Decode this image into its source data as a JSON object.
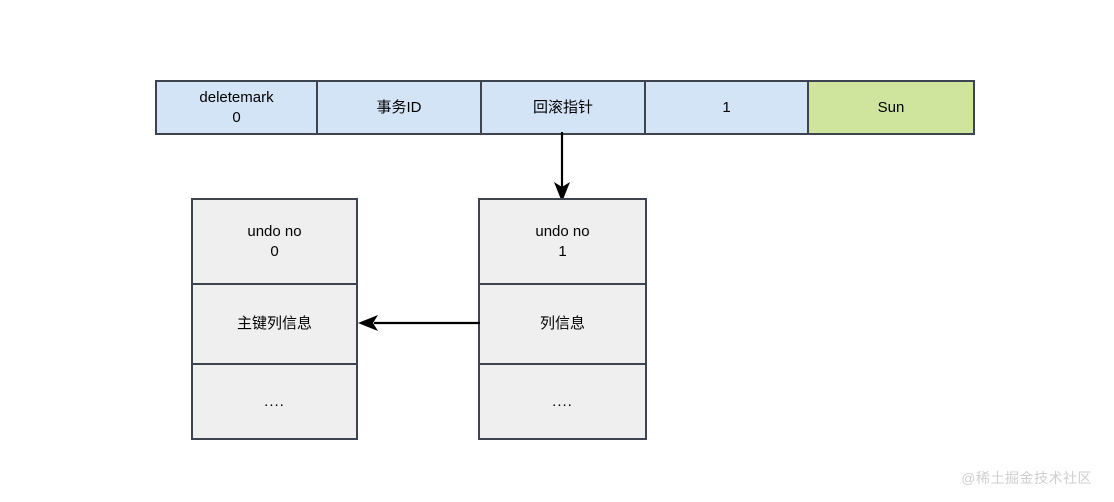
{
  "diagram": {
    "record_row": {
      "cells": [
        {
          "label": "deletemark",
          "sub": "0",
          "color": "#d4e4f7",
          "color_name": "blue"
        },
        {
          "label": "事务ID",
          "sub": "",
          "color": "#d4e4f7",
          "color_name": "blue"
        },
        {
          "label": "回滚指针",
          "sub": "",
          "color": "#d4e4f7",
          "color_name": "blue"
        },
        {
          "label": "1",
          "sub": "",
          "color": "#d4e4f7",
          "color_name": "blue"
        },
        {
          "label": "Sun",
          "sub": "",
          "color": "#cfe49c",
          "color_name": "green"
        }
      ]
    },
    "undo_left": {
      "segments": [
        {
          "label": "undo no",
          "sub": "0"
        },
        {
          "label": "主键列信息",
          "sub": ""
        },
        {
          "label": "....",
          "sub": ""
        }
      ]
    },
    "undo_right": {
      "segments": [
        {
          "label": "undo no",
          "sub": "1"
        },
        {
          "label": "列信息",
          "sub": ""
        },
        {
          "label": "....",
          "sub": ""
        }
      ]
    },
    "arrows": [
      {
        "name": "rollback-pointer-arrow",
        "direction": "down",
        "from": "回滚指针",
        "to": "undo no 1"
      },
      {
        "name": "undo-chain-arrow",
        "direction": "left",
        "from": "列信息",
        "to": "主键列信息"
      }
    ]
  },
  "watermark": {
    "text": "@稀土掘金技术社区"
  }
}
